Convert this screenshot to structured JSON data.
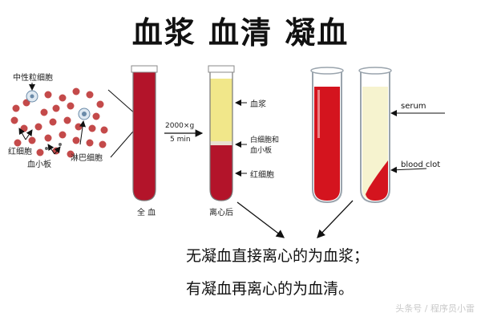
{
  "title": "血浆 血清 凝血",
  "cells": {
    "neutrophil": "中性粒细胞",
    "red_cell": "红细胞",
    "platelet": "血小板",
    "lymphocyte": "淋巴细胞"
  },
  "centrifuge": {
    "speed": "2000×g",
    "time": "5 min"
  },
  "tube_labels": {
    "whole_blood": "全 血",
    "after_centrifuge": "离心后",
    "plasma": "血浆",
    "buffy_coat_line1": "白细胞和",
    "buffy_coat_line2": "血小板",
    "red_cells": "红细胞"
  },
  "clot_labels": {
    "serum": "serum",
    "blood_clot": "blood clot"
  },
  "captions": {
    "line1": "无凝血直接离心的为血浆；",
    "line2": "有凝血再离心的为血清。"
  },
  "watermark": "头条号 / 程序员小雷",
  "colors": {
    "blood": "#b3142a",
    "plasma": "#f1e78a",
    "serum": "#f6f3cf",
    "clot": "#d4141e",
    "cell": "#c44a4a"
  }
}
